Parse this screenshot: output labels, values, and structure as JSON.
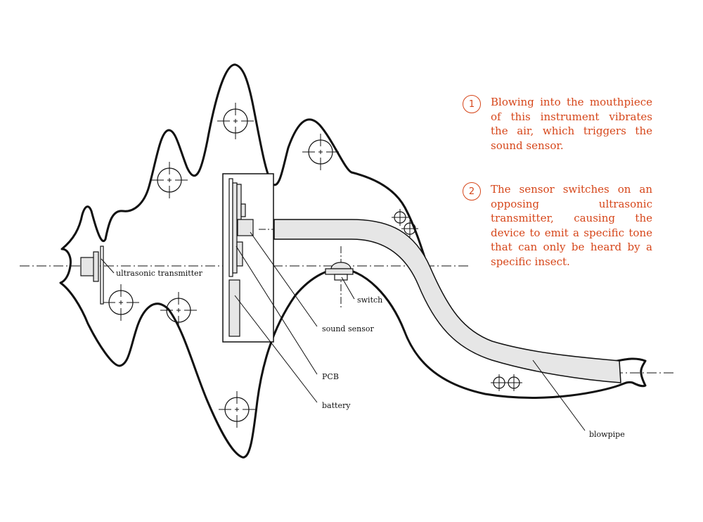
{
  "labels": {
    "ultrasonic_transmitter": "ultrasonic transmitter",
    "switch": "switch",
    "sound_sensor": "sound sensor",
    "pcb": "PCB",
    "battery": "battery",
    "blowpipe": "blowpipe"
  },
  "notes": [
    {
      "number": "1",
      "text": "Blowing into the mouthpiece of this instrument vibrates the air, which triggers the sound sensor."
    },
    {
      "number": "2",
      "text": "The sensor switches on an opposing ultrasonic transmitter, causing the device to emit a specific tone that can only be heard by a specific insect."
    }
  ],
  "colors": {
    "accent": "#d6461a",
    "line": "#111111",
    "fill": "#e6e6e6"
  }
}
